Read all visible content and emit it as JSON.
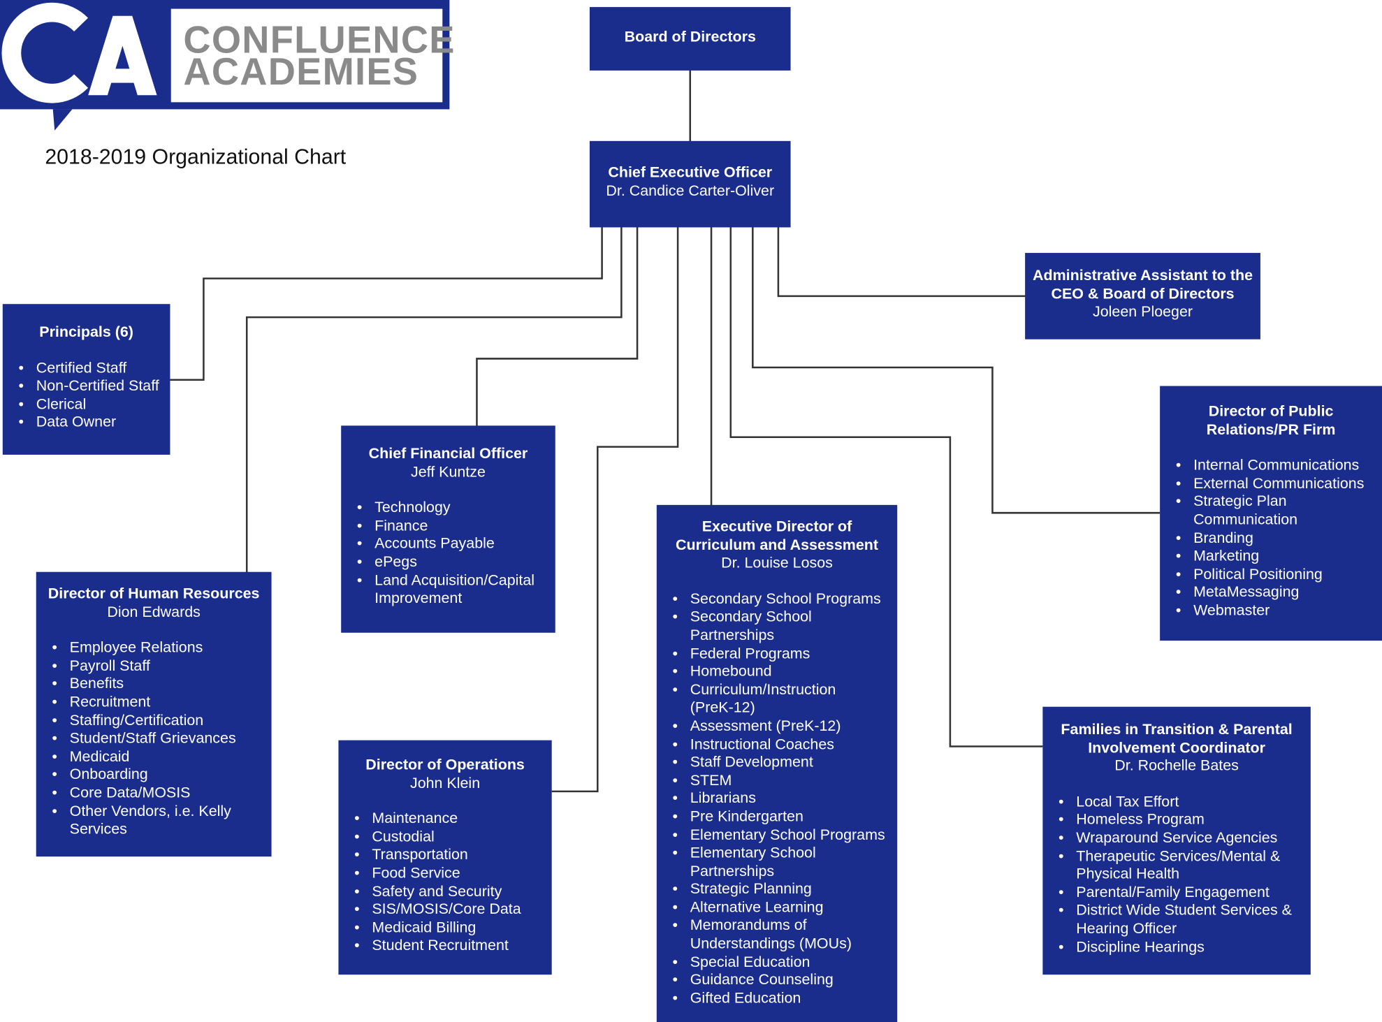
{
  "logo": {
    "monogram": "CA",
    "line1": "CONFLUENCE",
    "line2": "ACADEMIES"
  },
  "chart_title": "2018-2019 Organizational Chart",
  "colors": {
    "box": "#1b2d8c",
    "connector": "#333333",
    "logo_text": "#8a8a8a"
  },
  "nodes": {
    "board": {
      "title": "Board of Directors"
    },
    "ceo": {
      "title": "Chief Executive Officer",
      "name": "Dr. Candice Carter-Oliver"
    },
    "assistant": {
      "title_line1": "Administrative Assistant to the",
      "title_line2": "CEO & Board of Directors",
      "name": "Joleen Ploeger"
    },
    "principals": {
      "title": "Principals (6)",
      "items": [
        "Certified Staff",
        "Non-Certified Staff",
        "Clerical",
        "Data Owner"
      ]
    },
    "cfo": {
      "title": "Chief Financial Officer",
      "name": "Jeff Kuntze",
      "items": [
        "Technology",
        "Finance",
        "Accounts Payable",
        "ePegs",
        "Land Acquisition/Capital",
        "Improvement"
      ]
    },
    "hr": {
      "title": "Director of Human Resources",
      "name": "Dion Edwards",
      "items": [
        "Employee Relations",
        "Payroll Staff",
        "Benefits",
        "Recruitment",
        "Staffing/Certification",
        "Student/Staff Grievances",
        "Medicaid",
        "Onboarding",
        "Core Data/MOSIS",
        "Other Vendors, i.e. Kelly",
        "Services"
      ]
    },
    "ops": {
      "title": "Director of Operations",
      "name": "John Klein",
      "items": [
        "Maintenance",
        "Custodial",
        "Transportation",
        "Food Service",
        "Safety and Security",
        "SIS/MOSIS/Core Data",
        "Medicaid Billing",
        "Student Recruitment"
      ]
    },
    "curriculum": {
      "title_line1": "Executive Director of",
      "title_line2": "Curriculum and Assessment",
      "name": "Dr. Louise Losos",
      "items": [
        "Secondary School Programs",
        "Secondary School",
        "Partnerships",
        "Federal Programs",
        "Homebound",
        "Curriculum/Instruction",
        "(PreK-12)",
        "Assessment (PreK-12)",
        "Instructional Coaches",
        "Staff Development",
        "STEM",
        "Librarians",
        "Pre Kindergarten",
        "Elementary School Programs",
        "Elementary School",
        "Partnerships",
        "Strategic Planning",
        "Alternative Learning",
        "Memorandums of",
        "Understandings (MOUs)",
        "Special Education",
        "Guidance Counseling",
        "Gifted Education"
      ]
    },
    "pr": {
      "title_line1": "Director of Public",
      "title_line2": "Relations/PR Firm",
      "items": [
        "Internal Communications",
        "External Communications",
        "Strategic Plan",
        "Communication",
        "Branding",
        "Marketing",
        "Political Positioning",
        "MetaMessaging",
        "Webmaster"
      ]
    },
    "families": {
      "title_line1": "Families in Transition & Parental",
      "title_line2": "Involvement Coordinator",
      "name": "Dr. Rochelle Bates",
      "items": [
        "Local Tax Effort",
        "Homeless Program",
        "Wraparound Service Agencies",
        "Therapeutic Services/Mental &",
        "Physical Health",
        "Parental/Family Engagement",
        "District Wide Student Services &",
        "Hearing Officer",
        "Discipline Hearings"
      ]
    }
  },
  "bullet_flags": {
    "cfo": [
      1,
      1,
      1,
      1,
      1,
      0
    ],
    "hr": [
      1,
      1,
      1,
      1,
      1,
      1,
      1,
      1,
      1,
      1,
      0
    ],
    "curriculum": [
      1,
      1,
      0,
      1,
      1,
      1,
      0,
      1,
      1,
      1,
      1,
      1,
      1,
      1,
      1,
      0,
      1,
      1,
      1,
      0,
      1,
      1,
      1
    ],
    "pr": [
      1,
      1,
      1,
      0,
      1,
      1,
      1,
      1,
      1
    ],
    "families": [
      1,
      1,
      1,
      1,
      0,
      1,
      1,
      0,
      1
    ]
  }
}
